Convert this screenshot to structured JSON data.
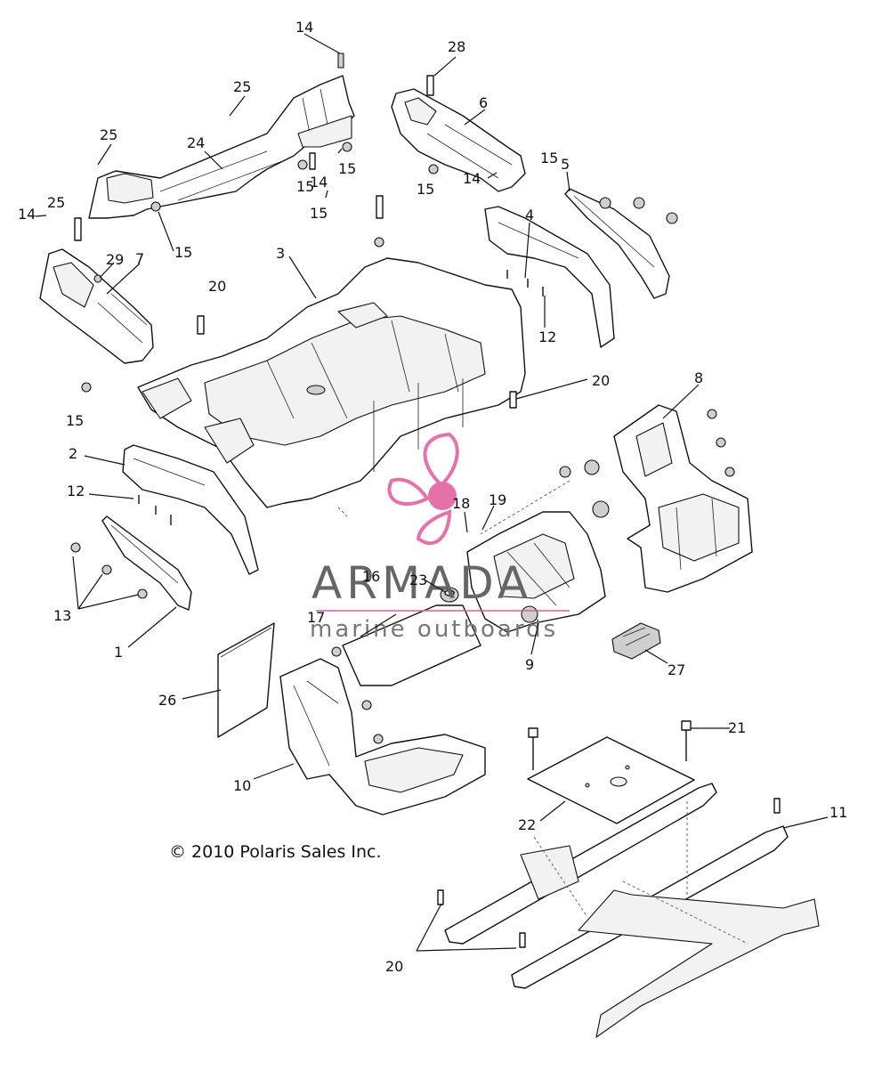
{
  "callouts": [
    "1",
    "2",
    "3",
    "4",
    "5",
    "6",
    "7",
    "8",
    "9",
    "10",
    "11",
    "12",
    "13",
    "14",
    "15",
    "16",
    "17",
    "18",
    "19",
    "20",
    "21",
    "22",
    "23",
    "24",
    "25",
    "26",
    "27",
    "28",
    "29"
  ],
  "copyright": "© 2010 Polaris Sales Inc.",
  "watermark": {
    "brand": "ARMADA",
    "tagline": "marine outboards",
    "logo_color": "#e05a9b"
  }
}
